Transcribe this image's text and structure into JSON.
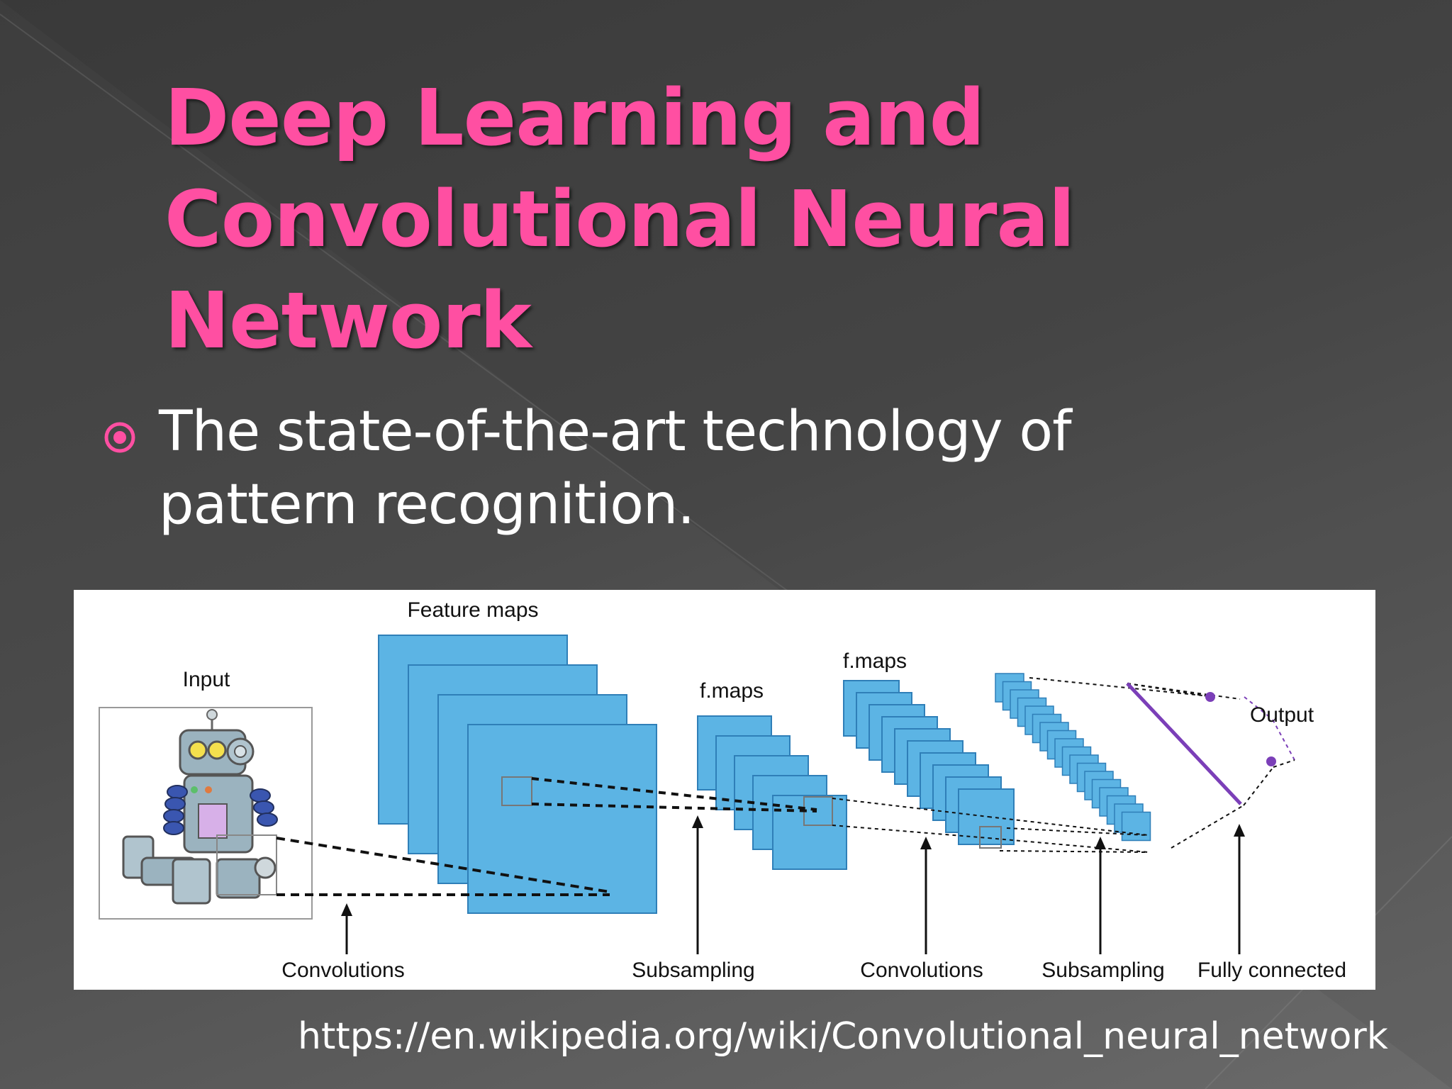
{
  "slide": {
    "title_lines": [
      "Deep Learning and",
      "Convolutional Neural",
      "Network"
    ],
    "bullet_lines": [
      "The state-of-the-art technology of",
      "pattern recognition."
    ],
    "bullet_icon": "target-bullet-icon",
    "source_url": "https://en.wikipedia.org/wiki/Convolutional_neural_network",
    "colors": {
      "title": "#ff4fa2",
      "bullet": "#ff4fa2",
      "text": "#ffffff",
      "feature_map_fill": "#5cb4e4",
      "feature_map_stroke": "#2f7fb8",
      "output_line": "#7b3fb8"
    }
  },
  "diagram": {
    "labels": {
      "feature_maps": "Feature maps",
      "input": "Input",
      "f_maps_1": "f.maps",
      "f_maps_2": "f.maps",
      "output": "Output"
    },
    "stages": [
      "Convolutions",
      "Subsampling",
      "Convolutions",
      "Subsampling",
      "Fully connected"
    ]
  }
}
